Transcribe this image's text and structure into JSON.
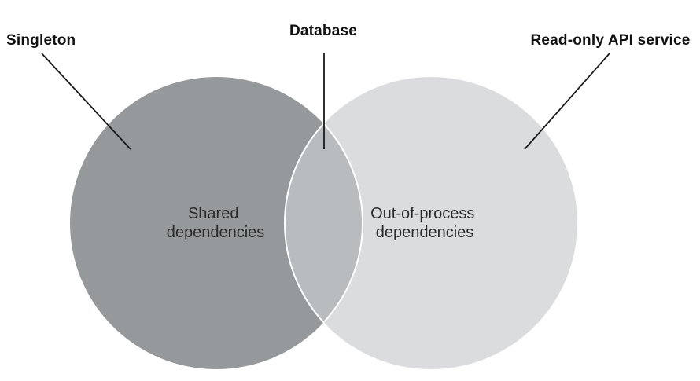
{
  "venn": {
    "background_color": "#ffffff",
    "left_circle": {
      "name": "shared-dependencies-circle",
      "fill": "#96999b",
      "label_line1": "Shared",
      "label_line2": "dependencies"
    },
    "right_circle": {
      "name": "out-of-process-dependencies-circle",
      "fill": "#dbdcdd",
      "label_line1": "Out-of-process",
      "label_line2": "dependencies"
    },
    "overlap": {
      "fill": "#b8bcbe",
      "edge_color": "#ffffff"
    },
    "callouts": {
      "singleton": {
        "label": "Singleton",
        "points_to": "shared-dependencies-circle"
      },
      "database": {
        "label": "Database",
        "points_to": "overlap-region"
      },
      "readonly_api": {
        "label": "Read-only API service",
        "points_to": "out-of-process-dependencies-circle"
      }
    },
    "inner_text_color": "#2b2b2b",
    "callout_text_color": "#111111",
    "callout_line_color": "#1a1a1a"
  }
}
